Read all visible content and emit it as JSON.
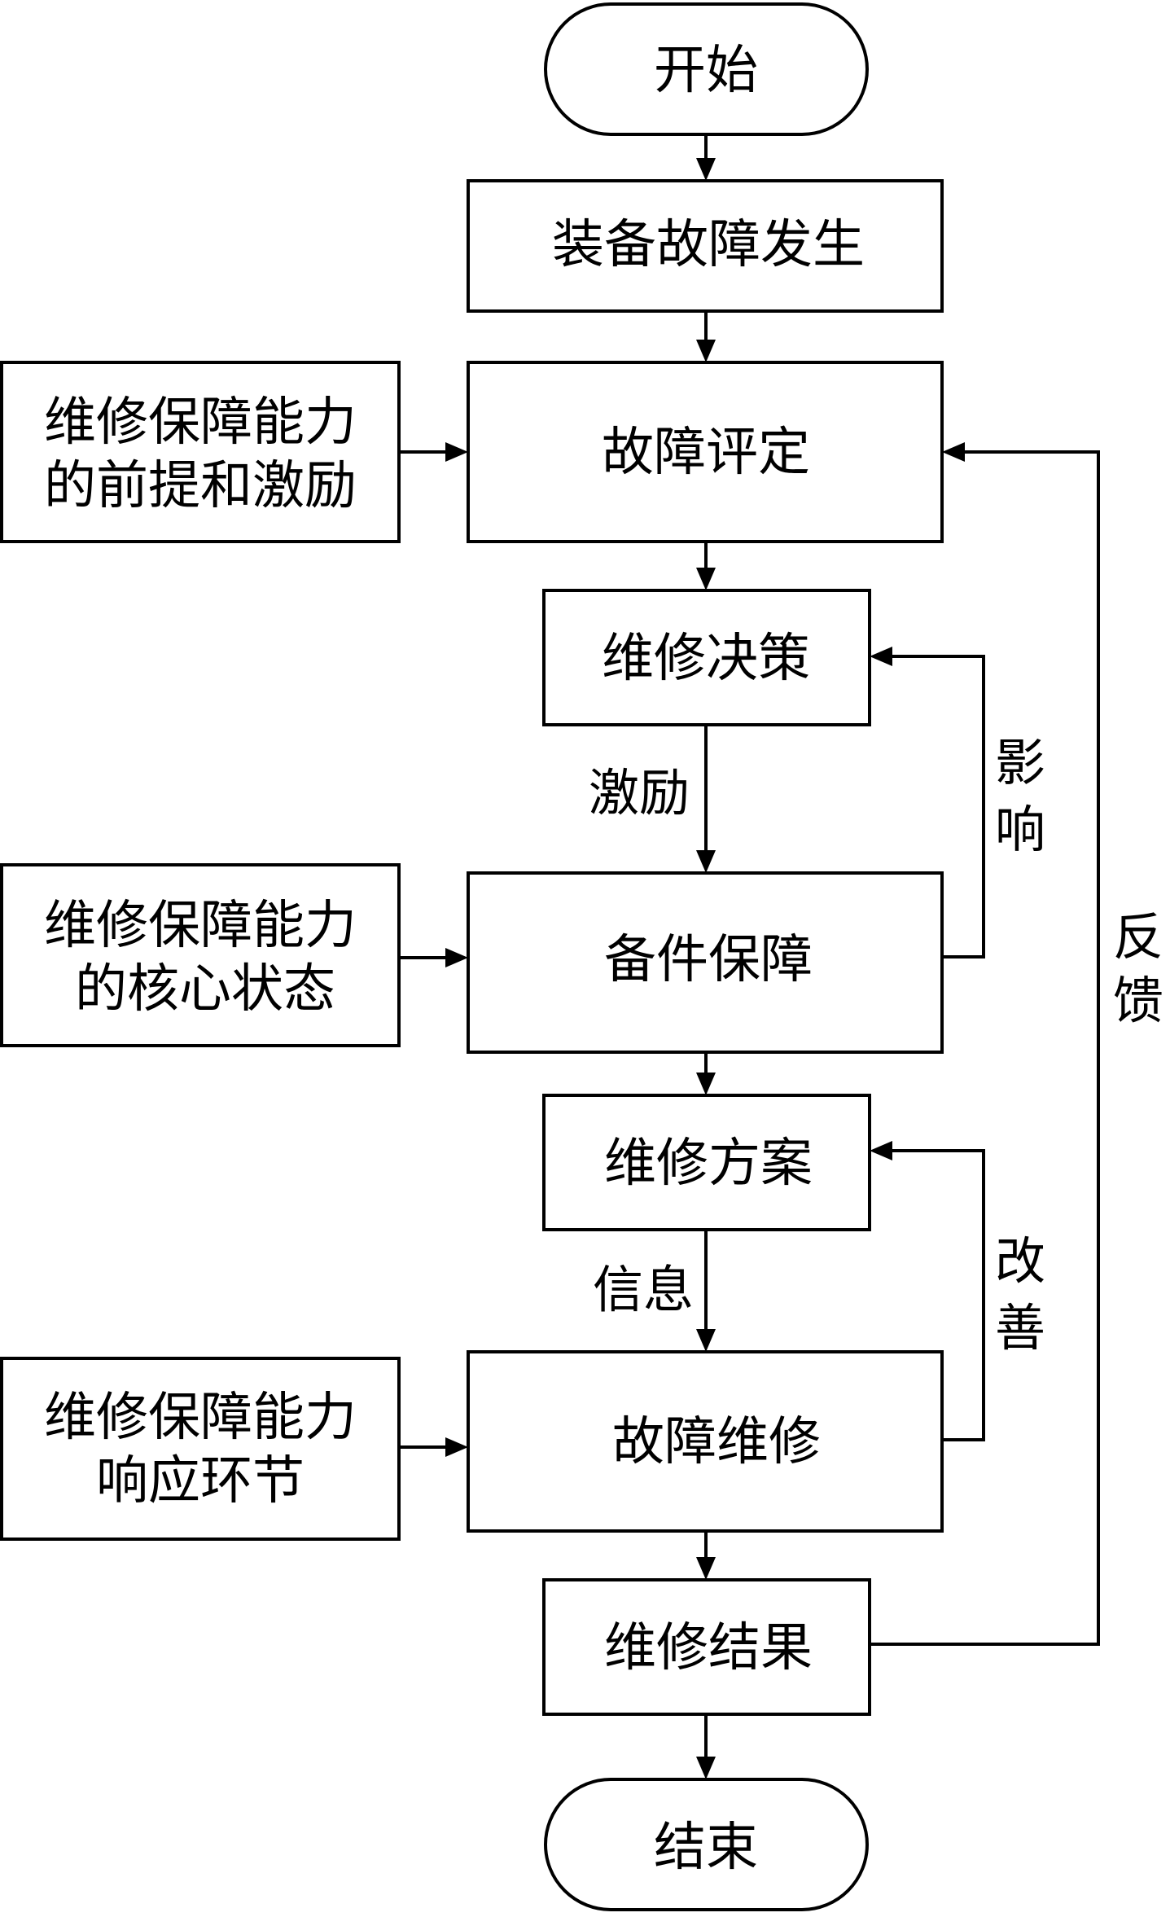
{
  "nodes": {
    "start": "开始",
    "fault_occurs": "装备故障发生",
    "fault_assessment": "故障评定",
    "maintenance_decision": "维修决策",
    "spare_parts": "备件保障",
    "maintenance_plan": "维修方案",
    "fault_repair": "故障维修",
    "maintenance_result": "维修结果",
    "end": "结束",
    "side_premise": [
      "维修保障能力",
      "的前提和激励"
    ],
    "side_core": [
      "维修保障能力",
      "的核心状态"
    ],
    "side_response": [
      "维修保障能力",
      "响应环节"
    ]
  },
  "edge_labels": {
    "incentive": "激励",
    "information": "信息",
    "influence": [
      "影",
      "响"
    ],
    "improve": [
      "改",
      "善"
    ],
    "feedback": [
      "反",
      "馈"
    ]
  }
}
